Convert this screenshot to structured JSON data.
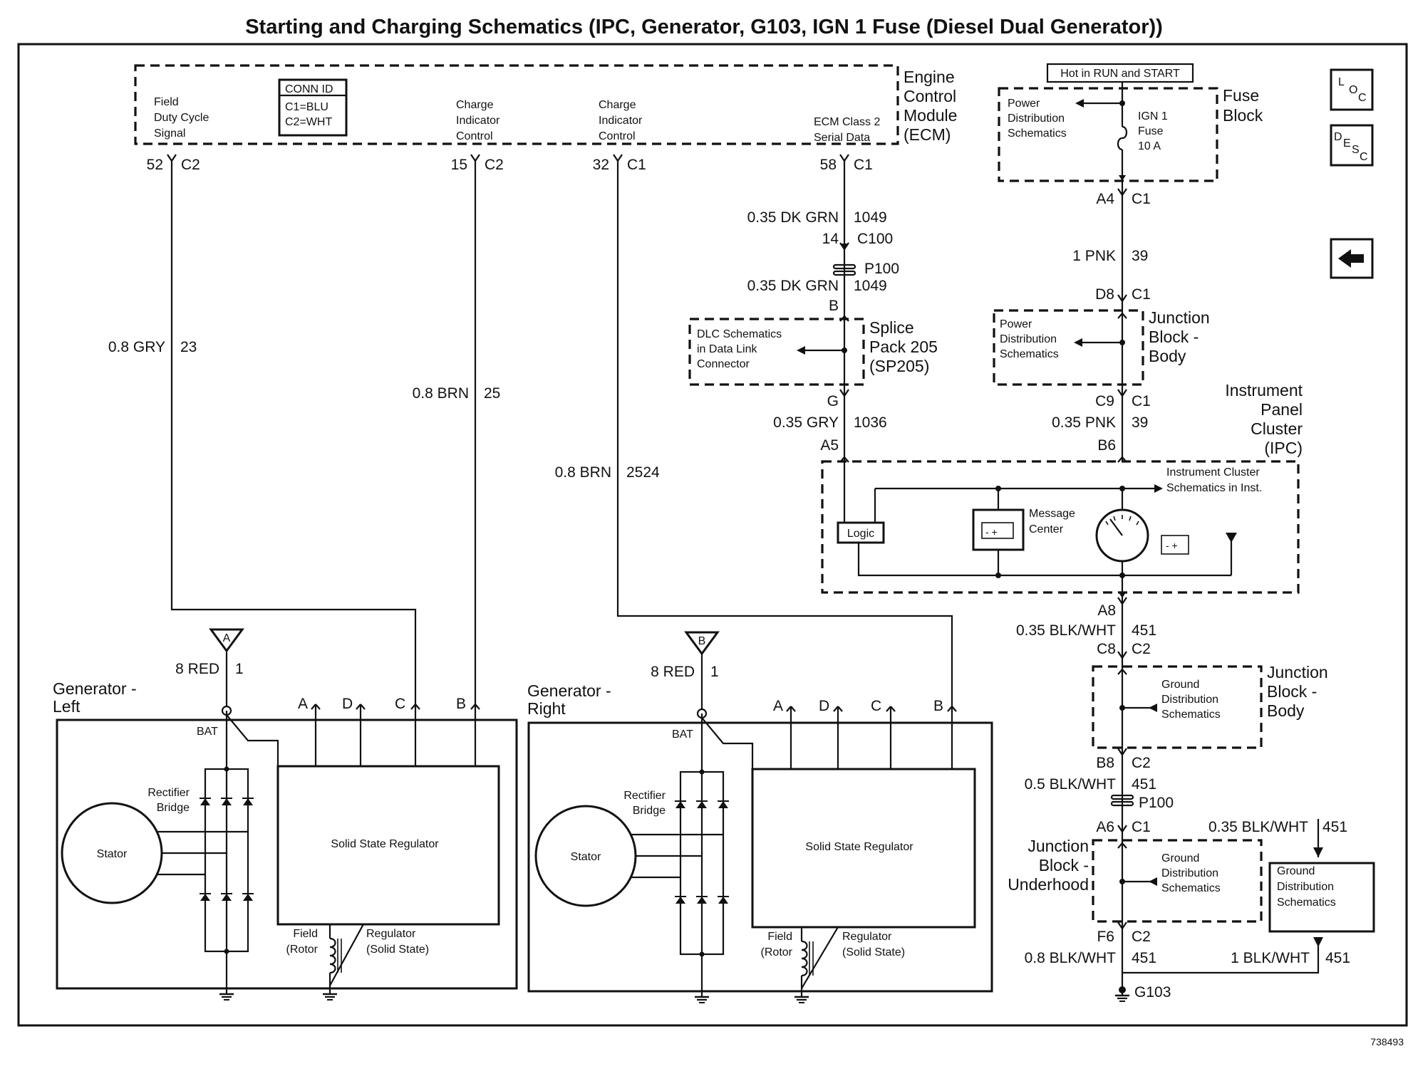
{
  "title": "Starting and Charging Schematics (IPC, Generator, G103, IGN 1 Fuse (Diesel Dual Generator))",
  "nav": {
    "loc": [
      "L",
      "O",
      "C"
    ],
    "desc": [
      "D",
      "E",
      "S",
      "C"
    ],
    "back_icon": "left-arrow-icon"
  },
  "ecm": {
    "name": [
      "Engine",
      "Control",
      "Module",
      "(ECM)"
    ],
    "conn_id": {
      "title": "CONN ID",
      "lines": [
        "C1=BLU",
        "C2=WHT"
      ]
    },
    "circuits": [
      {
        "label": [
          "Field",
          "Duty Cycle",
          "Signal"
        ],
        "pin": "52",
        "conn": "C2",
        "wire": "0.8 GRY",
        "ckt": "23"
      },
      {
        "label": [
          "Charge",
          "Indicator",
          "Control"
        ],
        "pin": "15",
        "conn": "C2",
        "wire": "0.8 BRN",
        "ckt": "25"
      },
      {
        "label": [
          "Charge",
          "Indicator",
          "Control"
        ],
        "pin": "32",
        "conn": "C1",
        "wire": "0.8 BRN",
        "ckt": "2524"
      },
      {
        "label": [
          "ECM Class 2",
          "Serial Data"
        ],
        "pin": "58",
        "conn": "C1"
      }
    ]
  },
  "serial_data": {
    "wire1": "0.35 DK GRN",
    "ckt1": "1049",
    "c100_pin": "14",
    "c100": "C100",
    "p100": "P100",
    "wire2": "0.35 DK GRN",
    "ckt2": "1049",
    "pin_b": "B",
    "splice_pack": [
      "Splice",
      "Pack 205",
      "(SP205)"
    ],
    "dlc": [
      "DLC Schematics",
      "in Data Link",
      "Connector"
    ],
    "pin_g": "G",
    "wire3": "0.35 GRY",
    "ckt3": "1036",
    "pin_a5": "A5"
  },
  "fuse_block": {
    "hot": "Hot in RUN and START",
    "name": [
      "Fuse",
      "Block"
    ],
    "power_dist": [
      "Power",
      "Distribution",
      "Schematics"
    ],
    "fuse": [
      "IGN 1",
      "Fuse",
      "10 A"
    ],
    "pin": "A4",
    "conn": "C1",
    "wire": "1 PNK",
    "ckt": "39"
  },
  "junction_body_top": {
    "pin_top": "D8",
    "conn_top": "C1",
    "name": [
      "Junction",
      "Block -",
      "Body"
    ],
    "power_dist": [
      "Power",
      "Distribution",
      "Schematics"
    ],
    "pin_bot": "C9",
    "conn_bot": "C1",
    "wire": "0.35 PNK",
    "ckt": "39",
    "pin_b6": "B6"
  },
  "ipc": {
    "name": [
      "Instrument",
      "Panel",
      "Cluster",
      "(IPC)"
    ],
    "link": [
      "Instrument Cluster",
      "Schematics in  Inst."
    ],
    "logic": "Logic",
    "message": [
      "Message",
      "Center"
    ]
  },
  "ground_path": {
    "a8": "A8",
    "wire1": "0.35 BLK/WHT",
    "ckt1": "451",
    "c8": "C8",
    "c2a": "C2",
    "jb_body": [
      "Junction",
      "Block -",
      "Body"
    ],
    "gnd_dist": [
      "Ground",
      "Distribution",
      "Schematics"
    ],
    "b8": "B8",
    "c2b": "C2",
    "wire2": "0.5 BLK/WHT",
    "ckt2": "451",
    "p100": "P100",
    "a6": "A6",
    "c1": "C1",
    "wire3": "0.35 BLK/WHT",
    "ckt3": "451",
    "jb_underhood": [
      "Junction",
      "Block -",
      "Underhood"
    ],
    "gnd_dist2": [
      "Ground",
      "Distribution",
      "Schematics"
    ],
    "gnd_box": [
      "Ground",
      "Distribution",
      "Schematics"
    ],
    "f6": "F6",
    "c2c": "C2",
    "wire4": "0.8 BLK/WHT",
    "ckt4": "451",
    "wire5": "1 BLK/WHT",
    "ckt5": "451",
    "ground": "G103"
  },
  "generators": [
    {
      "name": [
        "Generator -",
        "Left"
      ],
      "feed": "A",
      "wire": "8 RED",
      "ckt": "1",
      "bat": "BAT",
      "terminals": [
        "A",
        "D",
        "C",
        "B"
      ],
      "rectifier": [
        "Rectifier",
        "Bridge"
      ],
      "stator": "Stator",
      "regulator": "Solid State Regulator",
      "field": [
        "Field",
        "(Rotor"
      ],
      "reg_label": [
        "Regulator",
        "(Solid State)"
      ]
    },
    {
      "name": [
        "Generator -",
        "Right"
      ],
      "feed": "B",
      "wire": "8 RED",
      "ckt": "1",
      "bat": "BAT",
      "terminals": [
        "A",
        "D",
        "C",
        "B"
      ],
      "rectifier": [
        "Rectifier",
        "Bridge"
      ],
      "stator": "Stator",
      "regulator": "Solid State Regulator",
      "field": [
        "Field",
        "(Rotor"
      ],
      "reg_label": [
        "Regulator",
        "(Solid State)"
      ]
    }
  ],
  "figure_id": "738493"
}
